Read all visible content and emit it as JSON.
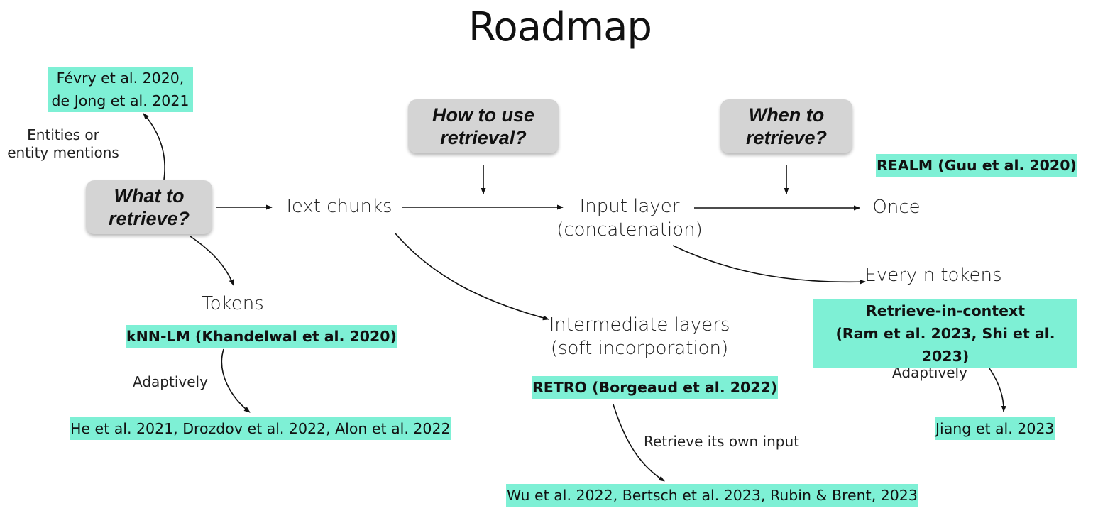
{
  "title": "Roadmap",
  "questions": {
    "what": "What to\nretrieve?",
    "how": "How to use\nretrieval?",
    "when": "When to\nretrieve?"
  },
  "nodes": {
    "text_chunks": "Text chunks",
    "tokens": "Tokens",
    "input_layer": "Input layer\n(concatenation)",
    "intermediate_layers": "Intermediate layers\n(soft incorporation)",
    "once": "Once",
    "every_n_tokens": "Every n tokens"
  },
  "edge_labels": {
    "entities": "Entities or\nentity mentions",
    "adaptively_left": "Adaptively",
    "adaptively_right": "Adaptively",
    "retrieve_own_input": "Retrieve its own input"
  },
  "citations": {
    "fevry": "Févry et al. 2020,\nde Jong et al. 2021",
    "knn_lm": "kNN-LM (Khandelwal et al. 2020)",
    "he_etal": "He et al. 2021, Drozdov et al. 2022, Alon et al. 2022",
    "retro": "RETRO (Borgeaud et al. 2022)",
    "wu_etal": "Wu et al. 2022, Bertsch et al. 2023, Rubin & Brent, 2023",
    "realm": "REALM (Guu et al. 2020)",
    "ric": "Retrieve-in-context\n(Ram et al. 2023, Shi et al. 2023)",
    "jiang": "Jiang et al. 2023"
  },
  "colors": {
    "highlight": "#7ef0d5",
    "question_box": "#d4d4d4",
    "arrow": "#111111"
  }
}
